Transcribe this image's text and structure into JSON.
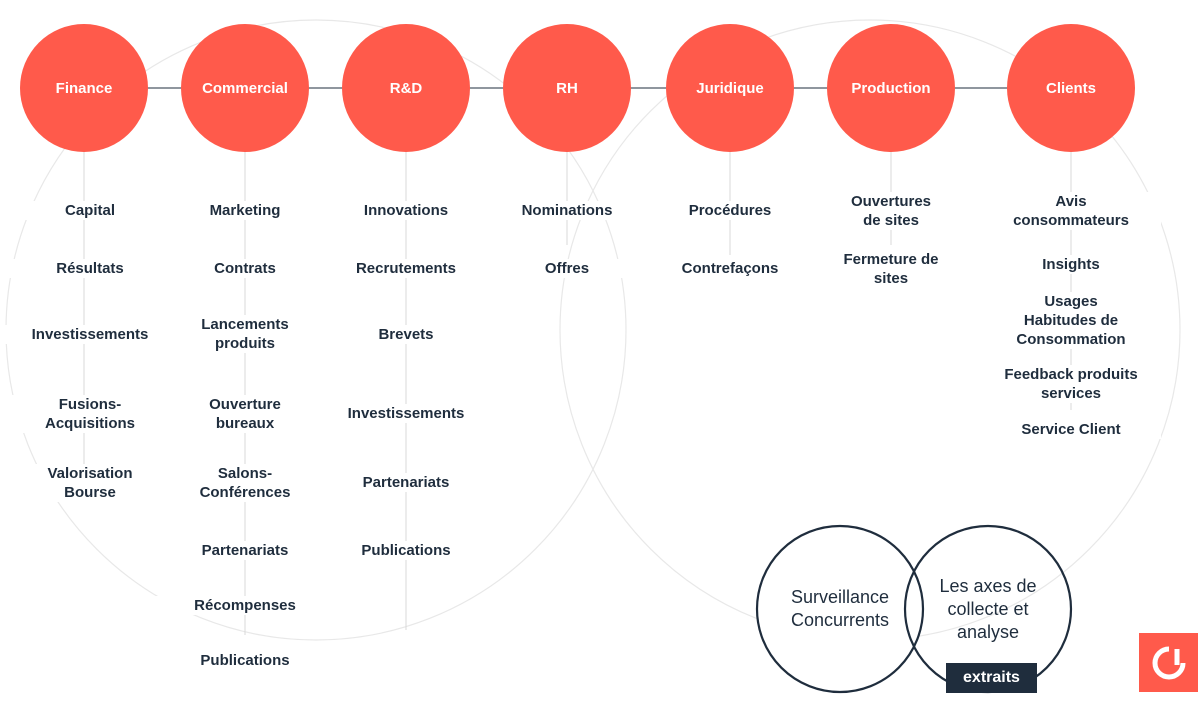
{
  "colors": {
    "accent": "#ff5a4b",
    "dark": "#1f2d3d",
    "outline": "#e6e6e6"
  },
  "categories": [
    {
      "label": "Finance",
      "items": [
        "Capital",
        "Résultats",
        "Investissements",
        "Fusions-\nAcquisitions",
        "Valorisation\nBourse"
      ]
    },
    {
      "label": "Commercial",
      "items": [
        "Marketing",
        "Contrats",
        "Lancements\nproduits",
        "Ouverture\nbureaux",
        "Salons-\nConférences",
        "Partenariats",
        "Récompenses",
        "Publications"
      ]
    },
    {
      "label": "R&D",
      "items": [
        "Innovations",
        "Recrutements",
        "Brevets",
        "Investissements",
        "Partenariats",
        "Publications"
      ]
    },
    {
      "label": "RH",
      "items": [
        "Nominations",
        "Offres"
      ]
    },
    {
      "label": "Juridique",
      "items": [
        "Procédures",
        "Contrefaçons"
      ]
    },
    {
      "label": "Production",
      "items": [
        "Ouvertures\nde sites",
        "Fermeture de\nsites"
      ]
    },
    {
      "label": "Clients",
      "items": [
        "Avis\nconsommateurs",
        "Insights",
        "Usages\nHabitudes de\nConsommation",
        "Feedback produits\nservices",
        "Service Client"
      ]
    }
  ],
  "venn": {
    "left": "Surveillance\nConcurrents",
    "right": "Les axes de\ncollecte et\nanalyse"
  },
  "badge": "extraits",
  "logo_icon": "brand-logo-icon"
}
